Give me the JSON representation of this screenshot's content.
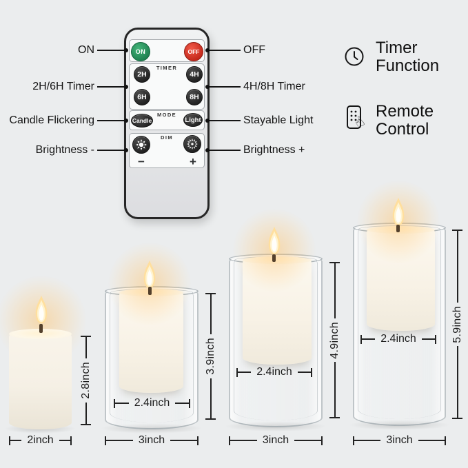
{
  "remote": {
    "sections": {
      "timer": "TIMER",
      "mode": "MODE",
      "dim": "DIM"
    },
    "buttons": {
      "on": "ON",
      "off": "OFF",
      "h2": "2H",
      "h4": "4H",
      "h6": "6H",
      "h8": "8H",
      "candle": "Candle",
      "light": "Light",
      "minus": "−",
      "plus": "+"
    }
  },
  "callouts": {
    "left": [
      "ON",
      "2H/6H Timer",
      "Candle Flickering",
      "Brightness -"
    ],
    "right": [
      "OFF",
      "4H/8H Timer",
      "Stayable Light",
      "Brightness +"
    ]
  },
  "features": [
    {
      "icon": "clock-icon",
      "label": "Timer Function"
    },
    {
      "icon": "remote-hand-icon",
      "label": "Remote Control"
    }
  ],
  "candles": [
    {
      "width": "2inch",
      "height": "2.8inch"
    },
    {
      "width": "3inch",
      "height": "3.9inch",
      "candle_width": "2.4inch"
    },
    {
      "width": "3inch",
      "height": "4.9inch",
      "candle_width": "2.4inch"
    },
    {
      "width": "3inch",
      "height": "5.9inch",
      "candle_width": "2.4inch"
    }
  ],
  "colors": {
    "background": "#ebedee",
    "on_green": "#2aa061",
    "off_red": "#da3425",
    "flame_warm": "#ffe9ad",
    "line": "#222222"
  }
}
